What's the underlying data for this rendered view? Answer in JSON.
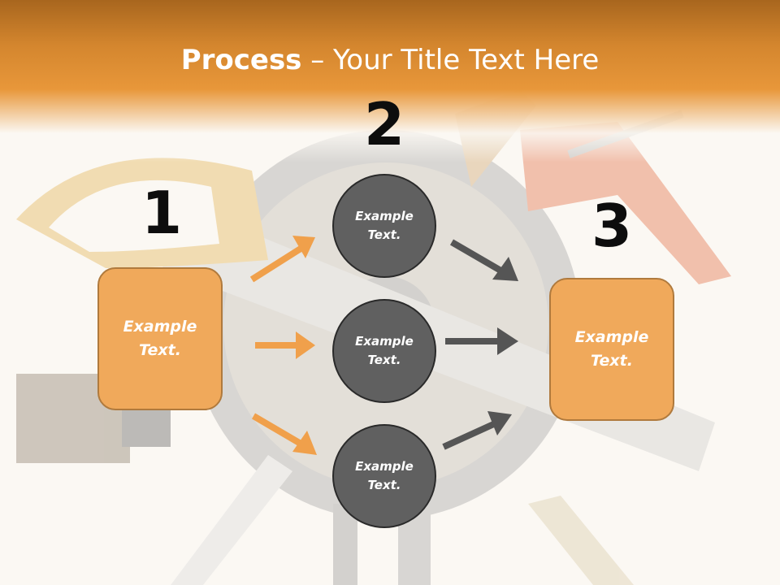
{
  "title": {
    "bold": "Process",
    "rest": " – Your Title Text Here"
  },
  "steps": {
    "one": {
      "number": "1",
      "text": "Example Text."
    },
    "two": {
      "number": "2"
    },
    "three": {
      "number": "3",
      "text": "Example Text."
    }
  },
  "circles": [
    {
      "text": "Example Text."
    },
    {
      "text": "Example Text."
    },
    {
      "text": "Example Text."
    }
  ],
  "colors": {
    "accent_orange": "#f0a95b",
    "header_orange": "#e8973a",
    "circle_gray": "#606060",
    "arrow_orange": "#f0a04b",
    "arrow_gray": "#555555"
  }
}
